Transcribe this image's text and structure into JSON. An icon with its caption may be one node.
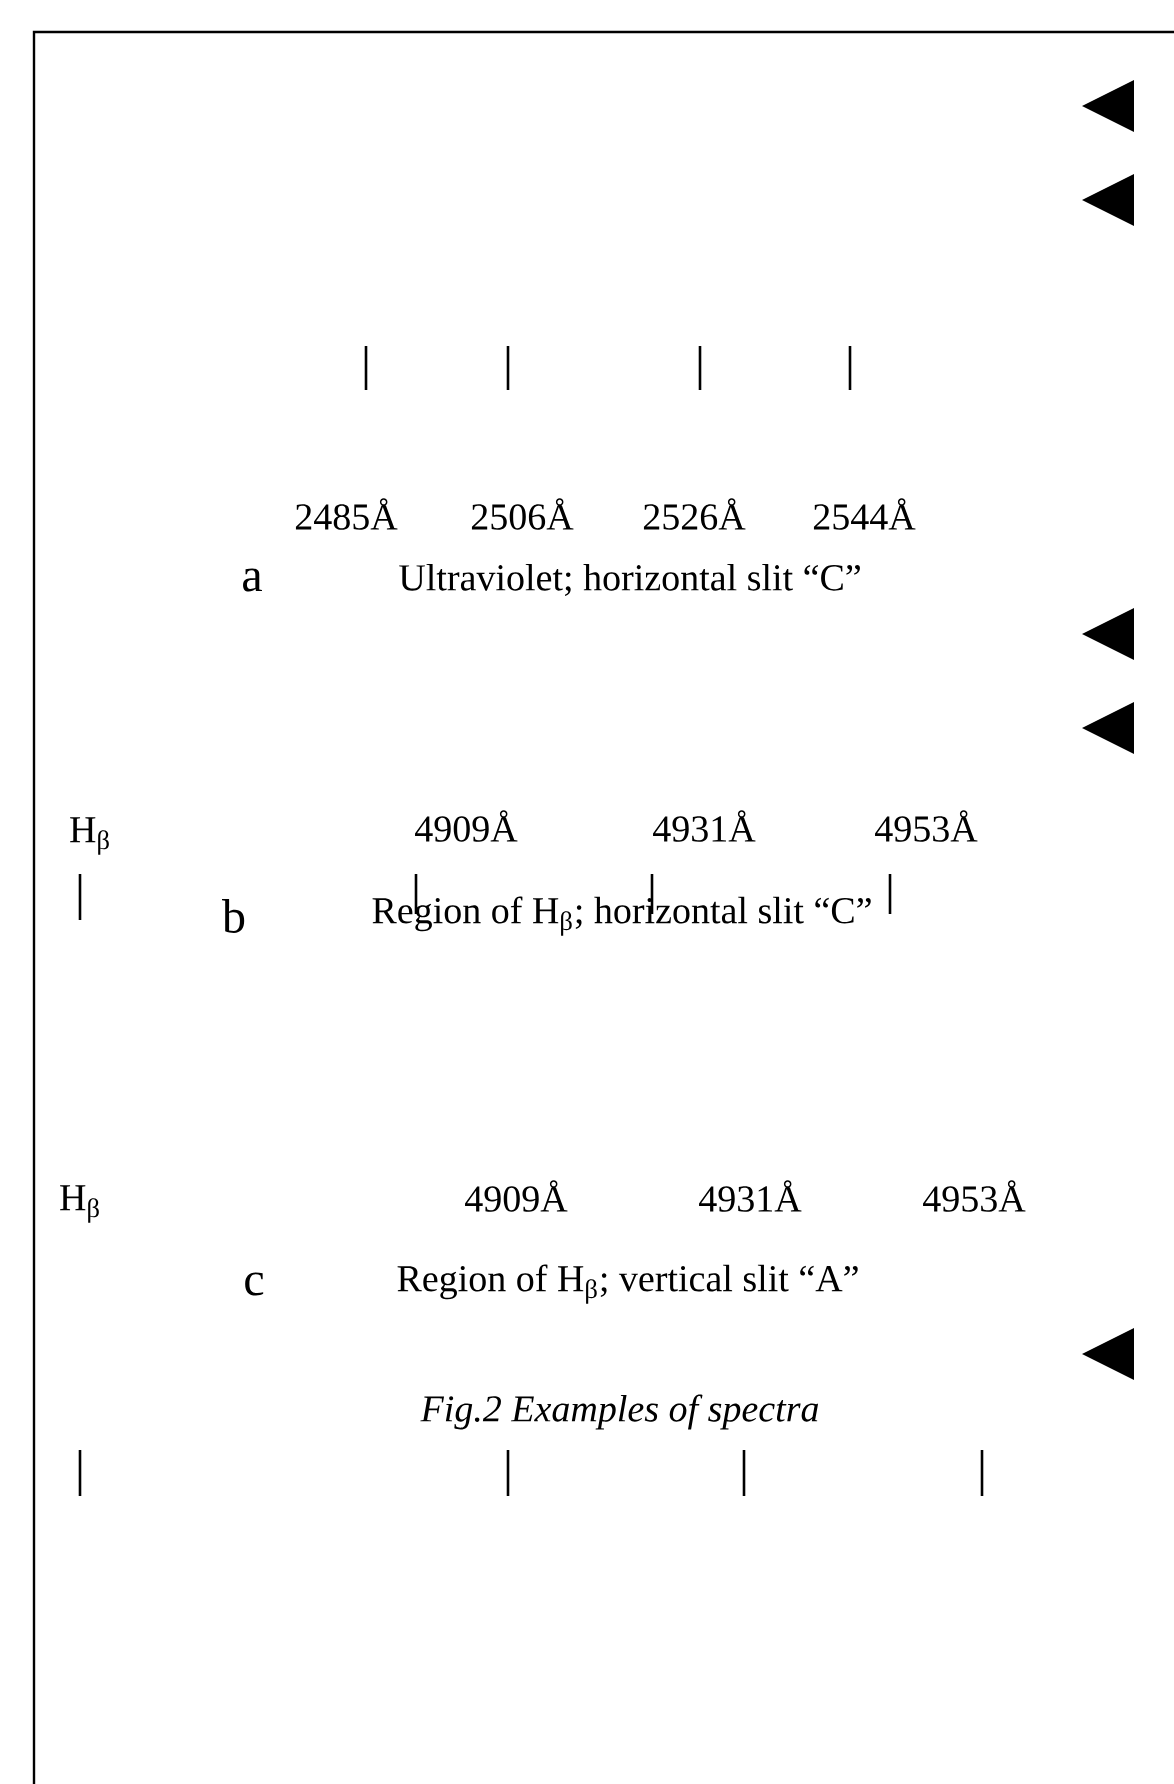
{
  "diagram": {
    "caption": "Fig.2 Examples of spectra",
    "labels": [
      "2485Å",
      "2506Å",
      "2526Å",
      "2544Å",
      "a",
      "Ultraviolet; horizontal slit “C”",
      "H$_{β}$",
      "4909Å",
      "4931Å",
      "4953Å",
      "b",
      "Region of H$_{β}$; horizontal slit “C”",
      "H$_{β}$",
      "4909Å",
      "4931Å",
      "4953Å",
      "c",
      "Region of H$_{β}$; vertical slit “A”"
    ]
  }
}
